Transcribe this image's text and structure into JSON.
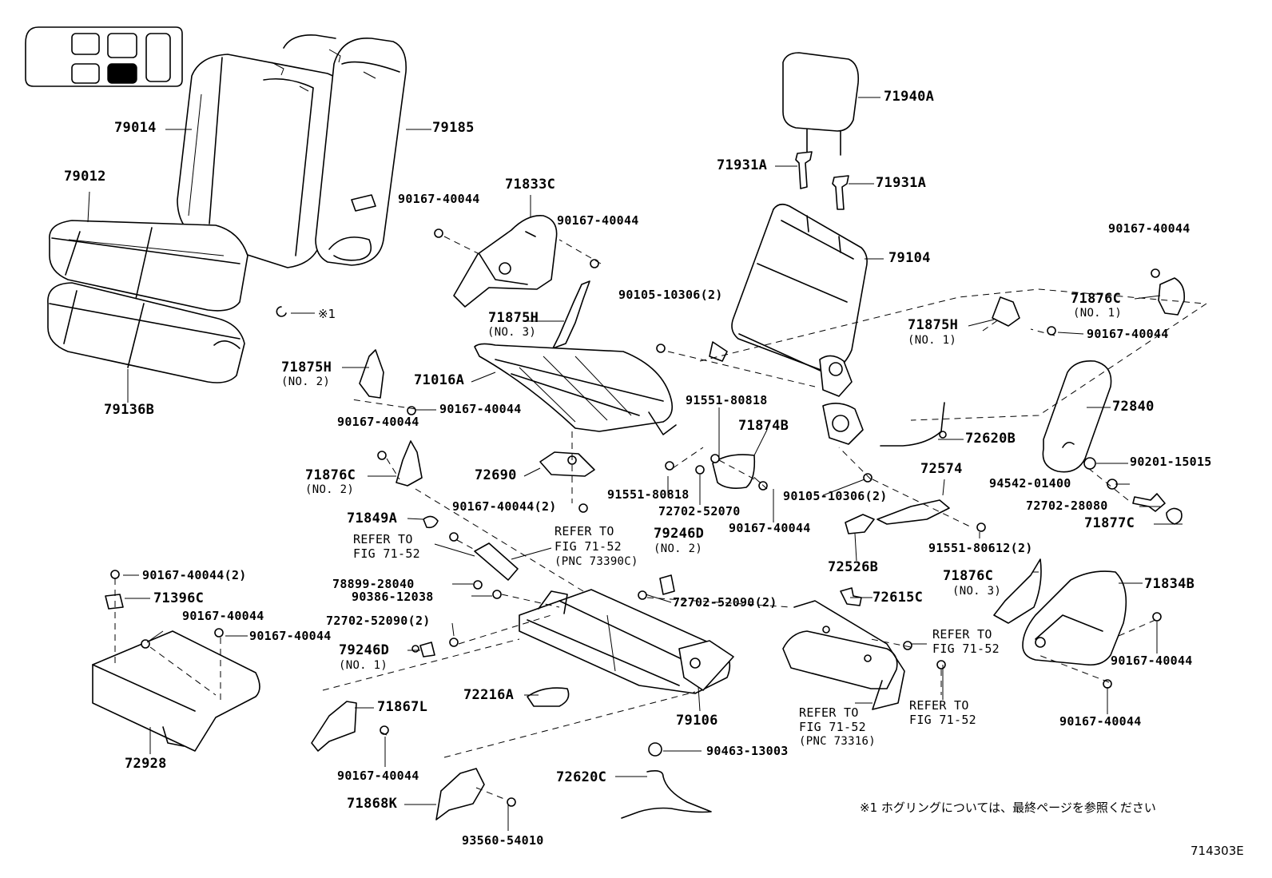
{
  "diagram": {
    "drawing_code": "714303E",
    "footnote": "※1 ホグリングについては、最終ページを参照ください",
    "hog_ring_ref": "※1",
    "labels": {
      "p79014": "79014",
      "p79185": "79185",
      "p79012": "79012",
      "p79136B": "79136B",
      "p71833C": "71833C",
      "p71940A": "71940A",
      "p71931A_1": "71931A",
      "p71931A_2": "71931A",
      "p79104": "79104",
      "p90167_top1": "90167-40044",
      "p90167_top2": "90167-40044",
      "p90167_right1": "90167-40044",
      "p71876C_1": "71876C",
      "no1_a": "(NO. 1)",
      "p90105_1": "90105-10306(2)",
      "p71875H_3": "71875H",
      "no3_a": "(NO. 3)",
      "p71875H_1": "71875H",
      "no1_b": "(NO. 1)",
      "p90167_right2": "90167-40044",
      "p71875H_2": "71875H",
      "no2_a": "(NO. 2)",
      "p71016A": "71016A",
      "p90167_mid1": "90167-40044",
      "p91551_1": "91551-80818",
      "p72840": "72840",
      "p71874B": "71874B",
      "p90167_mid2": "90167-40044",
      "p72620B": "72620B",
      "p71876C_2": "71876C",
      "no2_b": "(NO. 2)",
      "p72690": "72690",
      "p90201": "90201-15015",
      "p72574": "72574",
      "p94542": "94542-01400",
      "p91551_2": "91551-80818",
      "p72702_52070": "72702-52070",
      "p90105_2": "90105-10306(2)",
      "p72702_28080": "72702-28080",
      "p90167_x2a": "90167-40044(2)",
      "p90167_mid3": "90167-40044",
      "p71877C": "71877C",
      "p71849A": "71849A",
      "refer1a": "REFER TO",
      "refer1b": "FIG 71-52",
      "refer2a": "REFER TO",
      "refer2b": "FIG 71-52",
      "pnc1": "(PNC 73390C)",
      "p79246D_2": "79246D",
      "no2_c": "(NO. 2)",
      "p72526B": "72526B",
      "p91551_80612": "91551-80612(2)",
      "p90167_x2b": "90167-40044(2)",
      "p71396C": "71396C",
      "p78899": "78899-28040",
      "p90386": "90386-12038",
      "p72702_52090a": "72702-52090(2)",
      "p72615C": "72615C",
      "p71876C_3": "71876C",
      "no3_b": "(NO. 3)",
      "p71834B": "71834B",
      "p90167_low1": "90167-40044",
      "p90167_low2": "90167-40044",
      "p72702_52090b": "72702-52090(2)",
      "p79246D_1": "79246D",
      "no1_c": "(NO. 1)",
      "refer3a": "REFER TO",
      "refer3b": "FIG 71-52",
      "p90167_low3": "90167-40044",
      "p90167_low4": "90167-40044",
      "p72216A": "72216A",
      "p79106": "79106",
      "p71867L": "71867L",
      "p72928": "72928",
      "refer4a": "REFER TO",
      "refer4b": "FIG 71-52",
      "pnc2": "(PNC 73316)",
      "refer5a": "REFER TO",
      "refer5b": "FIG 71-52",
      "p90167_bot": "90167-40044",
      "p90463": "90463-13003",
      "p72620C": "72620C",
      "p71868K": "71868K",
      "p93560": "93560-54010"
    }
  }
}
